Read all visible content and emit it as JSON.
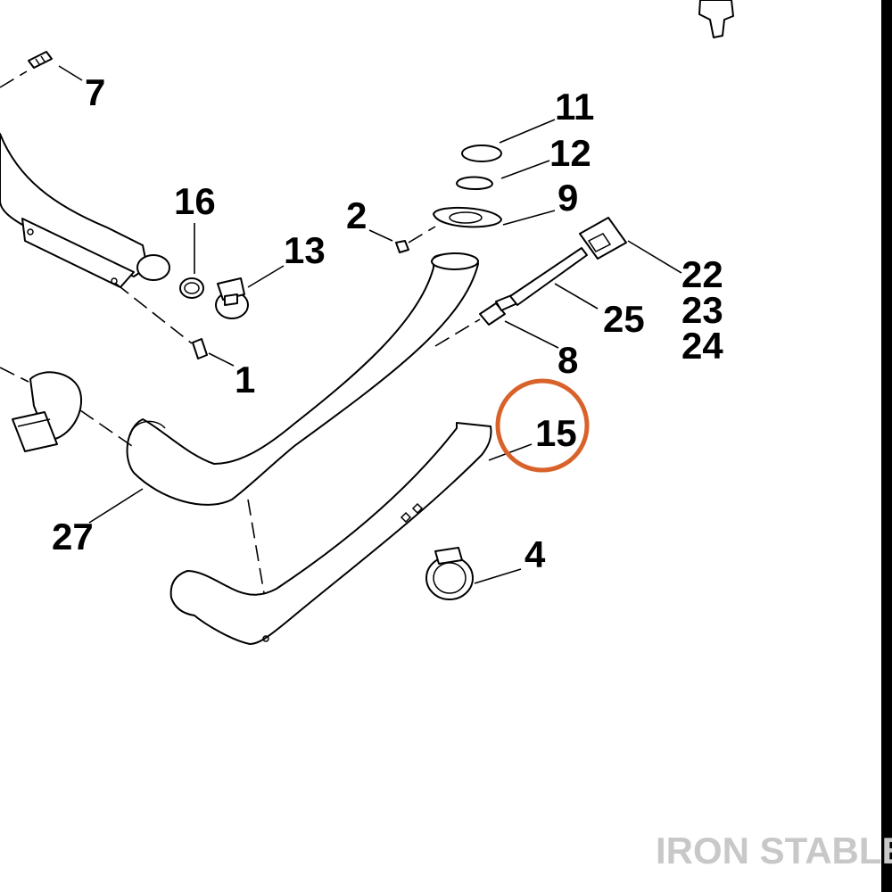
{
  "callouts": {
    "c7": "7",
    "c11": "11",
    "c12": "12",
    "c9": "9",
    "c16": "16",
    "c2": "2",
    "c13": "13",
    "c22": "22",
    "c23": "23",
    "c24": "24",
    "c25": "25",
    "c8": "8",
    "c1": "1",
    "c15": "15",
    "c27": "27",
    "c4": "4"
  },
  "highlight": {
    "callout": "15",
    "color": "#d9622b"
  },
  "watermark": "IRON STABLE",
  "colors": {
    "line": "#000000",
    "watermark": "#c8c8c8",
    "highlight": "#d9622b"
  }
}
